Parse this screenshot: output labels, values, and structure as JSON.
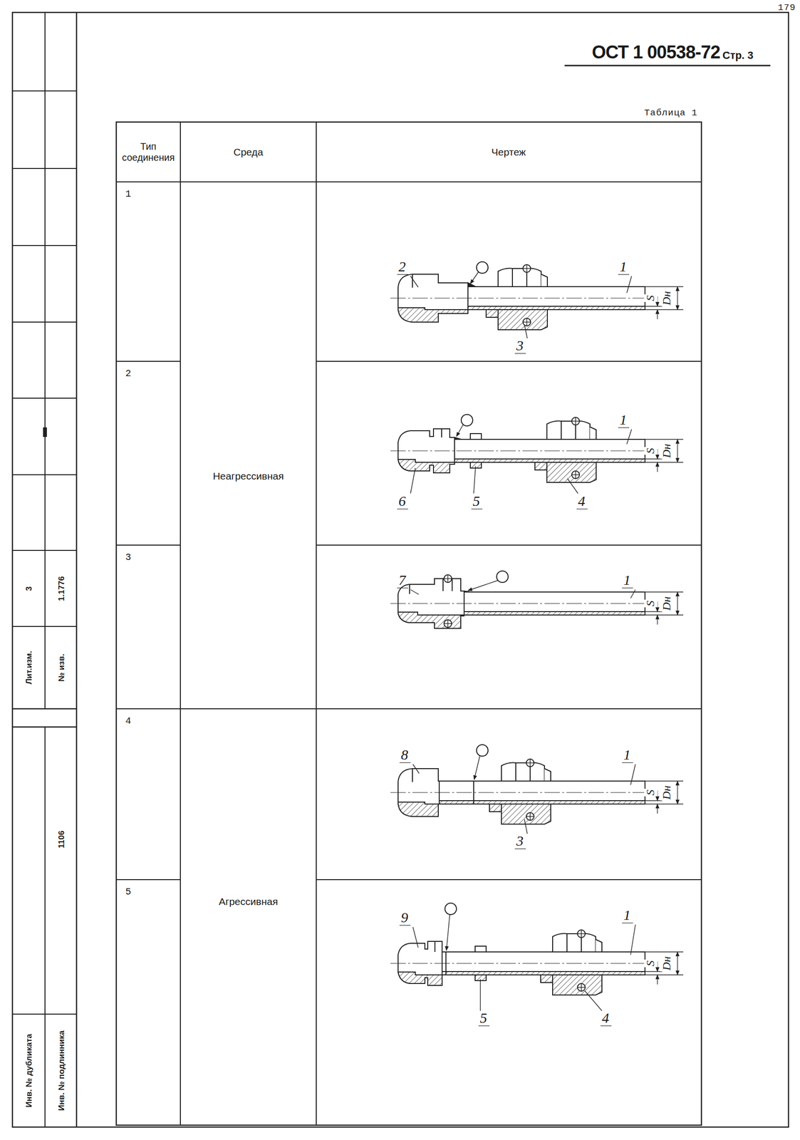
{
  "diagram": {
    "title": "ОСТ 1 00538-72",
    "labels": [
      "179",
      "Стр. 3",
      "Таблица 1",
      "Тип соединения",
      "Среда",
      "Чертеж",
      "1",
      "2",
      "3",
      "4",
      "5",
      "Неагрессивная",
      "Агрессивная",
      "2",
      "1",
      "3",
      "S",
      "Dн",
      "1",
      "6",
      "5",
      "4",
      "S",
      "Dн",
      "7",
      "1",
      "S",
      "Dн",
      "8",
      "1",
      "3",
      "S",
      "Dн",
      "9",
      "1",
      "5",
      "4",
      "S",
      "Dн",
      "3",
      "1.1776",
      "Лит.изм.",
      "№ изв.",
      "1106",
      "Инв. № дубликата",
      "Инв. № подлинника"
    ]
  }
}
